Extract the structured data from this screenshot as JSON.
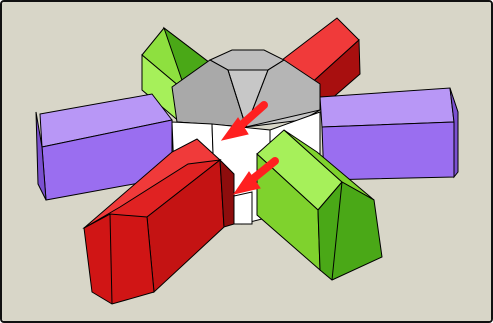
{
  "scene": {
    "background_color": "#d8d6c8",
    "edge_color": "#000000",
    "colors": {
      "green_light": "#a6f05a",
      "green_mid": "#7fd22d",
      "green_dark": "#4aa817",
      "red_light": "#f03a3a",
      "red_mid": "#d01515",
      "red_dark": "#8e0d0d",
      "purple_light": "#b897f6",
      "purple_mid": "#9a6ef0",
      "purple_dark": "#7b50d0",
      "gray_light": "#c7c7c7",
      "gray_mid": "#a8a8a8",
      "gray_dark": "#8a8a8a",
      "white": "#ffffff",
      "arrow": "#ff2020"
    },
    "objects": [
      "octagonal-hub",
      "green-wing-back-left",
      "red-wing-back-right",
      "purple-wing-left",
      "purple-wing-right",
      "red-wing-front-left",
      "green-wing-front-right",
      "indicator-arrow-upper",
      "indicator-arrow-lower"
    ]
  }
}
